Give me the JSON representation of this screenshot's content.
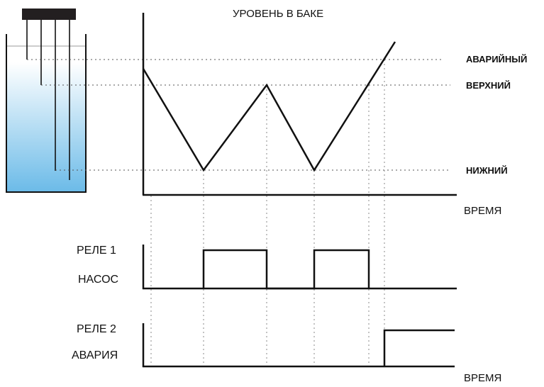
{
  "title": "УРОВЕНЬ В БАКЕ",
  "levels": {
    "emergency": "АВАРИЙНЫЙ",
    "upper": "ВЕРХНИЙ",
    "lower": "НИЖНИЙ"
  },
  "axis_label_top": "ВРЕМЯ",
  "axis_label_bottom": "ВРЕМЯ",
  "relay1": {
    "label": "РЕЛЕ 1",
    "function": "НАСОС"
  },
  "relay2": {
    "label": "РЕЛЕ 2",
    "function": "АВАРИЯ"
  },
  "colors": {
    "water_top": "#ffffff",
    "water_bottom": "#6cbbe8",
    "probe_head": "#231f20",
    "line": "#111111"
  }
}
